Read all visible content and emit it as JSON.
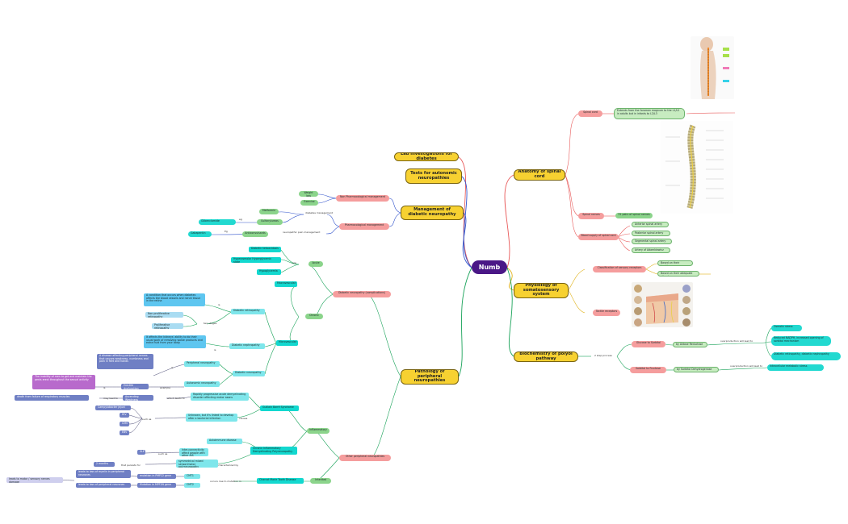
{
  "root": "Numb",
  "main": {
    "lab": "Lab investigations for diabetes",
    "auto": "Tests for autonomic neuropathies",
    "mgmt": "Management of diabetic neuropathy",
    "path": "Pathology of peripheral neuropathies",
    "anat": "Anatomy of spinal cord",
    "phys": "Physiology of somatosensory system",
    "bio": "Biochemistry of polyol pathway"
  },
  "mgmt": {
    "nonpharm": "Non Pharmacological management",
    "weight": "Weight loss",
    "exercise": "Exercise",
    "pharm": "Pharmacological management",
    "dm": "diabetes management",
    "metformin": "Metformin",
    "sulfonylureas": "Sulfonylureas",
    "eg1": "eg",
    "glibenclamide": "Glibenclamide",
    "npm": "neuropathic pain management",
    "anticonv": "Anticonvulsants",
    "eg2": "Eg",
    "gabapentin": "Gabapentin"
  },
  "path": {
    "dnc": "Diabetic neuropathy (complications)",
    "acute": "Acute",
    "are": "are",
    "ketoa": "Diabetic ketoacidosis",
    "hyper": "Hyperosmolar Hyperglycemic state",
    "hypo": "Hypoglycemia",
    "chronic": "Chronic",
    "macro": "Macrovascular",
    "micro": "Microvascular",
    "retino": "Diabetic retinopathy",
    "is1": "is",
    "retino_def": "A condition that occurs when diabetes affects the blood vessels and nerve tissue in the retina",
    "twostages": "two stages",
    "nonprolif": "Non-proliferative retinopathy",
    "prolif": "Proliferative retinopathy",
    "nephro": "Diabetic nephropathy",
    "is2": "is",
    "nephro_def": "It affects the kidneys' ability to do their usual work of removing waste products and extra fluid from your body.",
    "neuro": "Diabetic neuropathy",
    "periph": "Peripheral neuropathy",
    "is3": "is",
    "periph_def": "A disease affecting peripheral nerves that causes weakness, numbness and pain in feet and hands",
    "autonomic": "Autonomic neuropathy",
    "is4": "is",
    "erectile": "Erectile dysfunction",
    "example": "example",
    "erectile_def": "The inability of men to get and maintain the penis erect throughout the sexual activity",
    "other": "Other peripheral neuropathies",
    "inflam": "Inflammatory",
    "gbs": "Guillain Barré Syndrome",
    "gbs_def": "Rapidly progressive acute demyelinating disorder affecting motor axons",
    "whichleads": "which leads to",
    "ascweak": "Ascending Weakness",
    "mayleadto": "may lead to",
    "death": "death from failure of respiratory muscles",
    "causes": "causes",
    "unknown": "Unknown, but it's linked to develop after a bacterial infection",
    "suchas1": "such as",
    "campy": "Campylobacter jejuni",
    "hiv": "HIV",
    "cmv": "CMV",
    "ebv": "EBV",
    "cidp": "Chronic Inflammatory Demyelinating Polyneuropathy",
    "ai_dis": "Autoimmune disease",
    "suchas2": "such as",
    "sle": "SLE",
    "inter": "Inter-connectivity affect people with other AIS",
    "sym": "symmetrical mixed sensorimotor polyneuropathy",
    "char": "characterized by",
    "twomonths": "2 months",
    "persists": "that persists for",
    "inherited": "Inherited",
    "cmt": "Charcot Marie Tooth Disease",
    "occurs": "occurs due to mutation in",
    "cmt1": "CMT1",
    "cmt2": "CMT2",
    "pmp22a": "mutation in PMP22 gene",
    "pmp22b": "Mutation in MPF2N gene",
    "lossmyelin": "leads to loss of myelin in peripheral neurones",
    "lossneuron": "leads to loss of peripheral neurones",
    "motorsens": "leads to motor / sensory nerves damage"
  },
  "anat": {
    "spinalcord": "Spinal cord",
    "sc_def": "Extends from the foramen magnum to the L1/L2 in adults but in infants to L2/L3",
    "spinalnerves": "Spinal nerves",
    "pairs": "31 pairs of spinal nerves",
    "blood": "Blood supply of spinal cord",
    "ant": "Anterior spinal artery",
    "post": "Posterior spinal artery",
    "seg": "Segmental spinal artery",
    "adam": "Artery of Adamkiewicz"
  },
  "phys": {
    "classif": "Classification of sensory receptors",
    "loc": "Based on their location",
    "stim": "Based on their adequate stimulus",
    "tactile": "Tactile receptors"
  },
  "bio": {
    "twostep": "2 step process",
    "gluc": "Glucose to Sorbitol",
    "aldose": "by Aldose Reductase",
    "accum1": "overproduction will lead to",
    "sorb": "Sorbitol to Fructose",
    "sdh": "by Sorbitol Dehydrogenase",
    "accum2": "overproduction will lead to",
    "osm": "Osmotic stress",
    "nadph": "Reduced NADPH, increased opening of sorbitol mechanism",
    "comp": "Diabetic retinopathy, diabetic nephropathy",
    "intra": "Intracellular metabolic stress"
  },
  "colors": {
    "root": "#4a1786",
    "main": "#f7d131",
    "link_red": "#e85b5b",
    "link_blue": "#3355cc",
    "link_green": "#1aa35a",
    "link_gold": "#e0b21a",
    "link_dark": "#303060"
  }
}
